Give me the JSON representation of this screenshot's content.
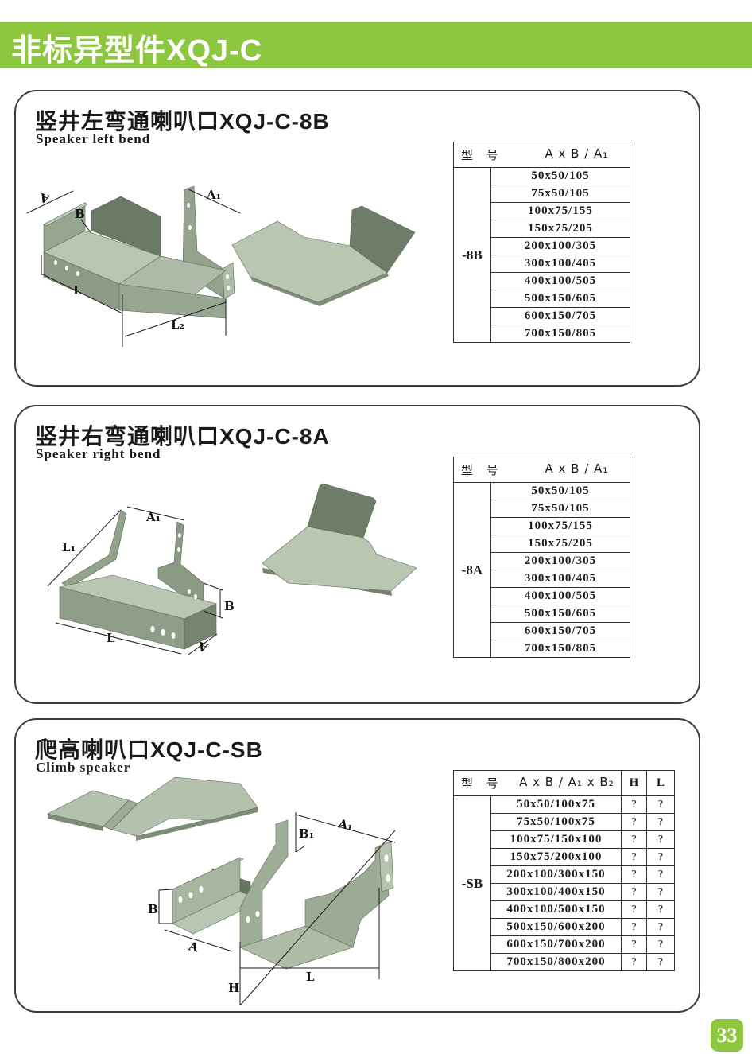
{
  "page": {
    "header": {
      "title": "非标异型件XQJ-C"
    },
    "page_badge": "33",
    "colors": {
      "accent_green": "#8dc63f",
      "tray_light": "#b9c6b1",
      "tray_mid": "#93a28c",
      "tray_dark": "#6e7d68",
      "line": "#1a1a1a"
    }
  },
  "sections": [
    {
      "title": "竖井左弯通喇叭口XQJ-C-8B",
      "subtitle": "Speaker left bend",
      "labels": {
        "a": "A",
        "b": "B",
        "a1": "A₁",
        "l": "L",
        "l2": "L₂"
      },
      "table": {
        "header_model": "型 号",
        "header_size": "A x B / A₁",
        "model": "-8B",
        "rows": [
          "50x50/105",
          "75x50/105",
          "100x75/155",
          "150x75/205",
          "200x100/305",
          "300x100/405",
          "400x100/505",
          "500x150/605",
          "600x150/705",
          "700x150/805"
        ]
      }
    },
    {
      "title": "竖井右弯通喇叭口XQJ-C-8A",
      "subtitle": "Speaker right bend",
      "labels": {
        "a": "A",
        "b": "B",
        "a1": "A₁",
        "l": "L",
        "l1": "L₁"
      },
      "table": {
        "header_model": "型 号",
        "header_size": "A x B / A₁",
        "model": "-8A",
        "rows": [
          "50x50/105",
          "75x50/105",
          "100x75/155",
          "150x75/205",
          "200x100/305",
          "300x100/405",
          "400x100/505",
          "500x150/605",
          "600x150/705",
          "700x150/805"
        ]
      }
    },
    {
      "title": "爬高喇叭口XQJ-C-SB",
      "subtitle": "Climb speaker",
      "labels": {
        "a": "A",
        "b": "B",
        "a1": "A₁",
        "b1": "B₁",
        "h": "H",
        "l": "L"
      },
      "table": {
        "header_model": "型 号",
        "header_size": "A x B / A₁ x B₂",
        "col_h": "H",
        "col_l": "L",
        "model": "-SB",
        "rows": [
          {
            "size": "50x50/100x75",
            "h": "?",
            "l": "?"
          },
          {
            "size": "75x50/100x75",
            "h": "?",
            "l": "?"
          },
          {
            "size": "100x75/150x100",
            "h": "?",
            "l": "?"
          },
          {
            "size": "150x75/200x100",
            "h": "?",
            "l": "?"
          },
          {
            "size": "200x100/300x150",
            "h": "?",
            "l": "?"
          },
          {
            "size": "300x100/400x150",
            "h": "?",
            "l": "?"
          },
          {
            "size": "400x100/500x150",
            "h": "?",
            "l": "?"
          },
          {
            "size": "500x150/600x200",
            "h": "?",
            "l": "?"
          },
          {
            "size": "600x150/700x200",
            "h": "?",
            "l": "?"
          },
          {
            "size": "700x150/800x200",
            "h": "?",
            "l": "?"
          }
        ]
      }
    }
  ]
}
